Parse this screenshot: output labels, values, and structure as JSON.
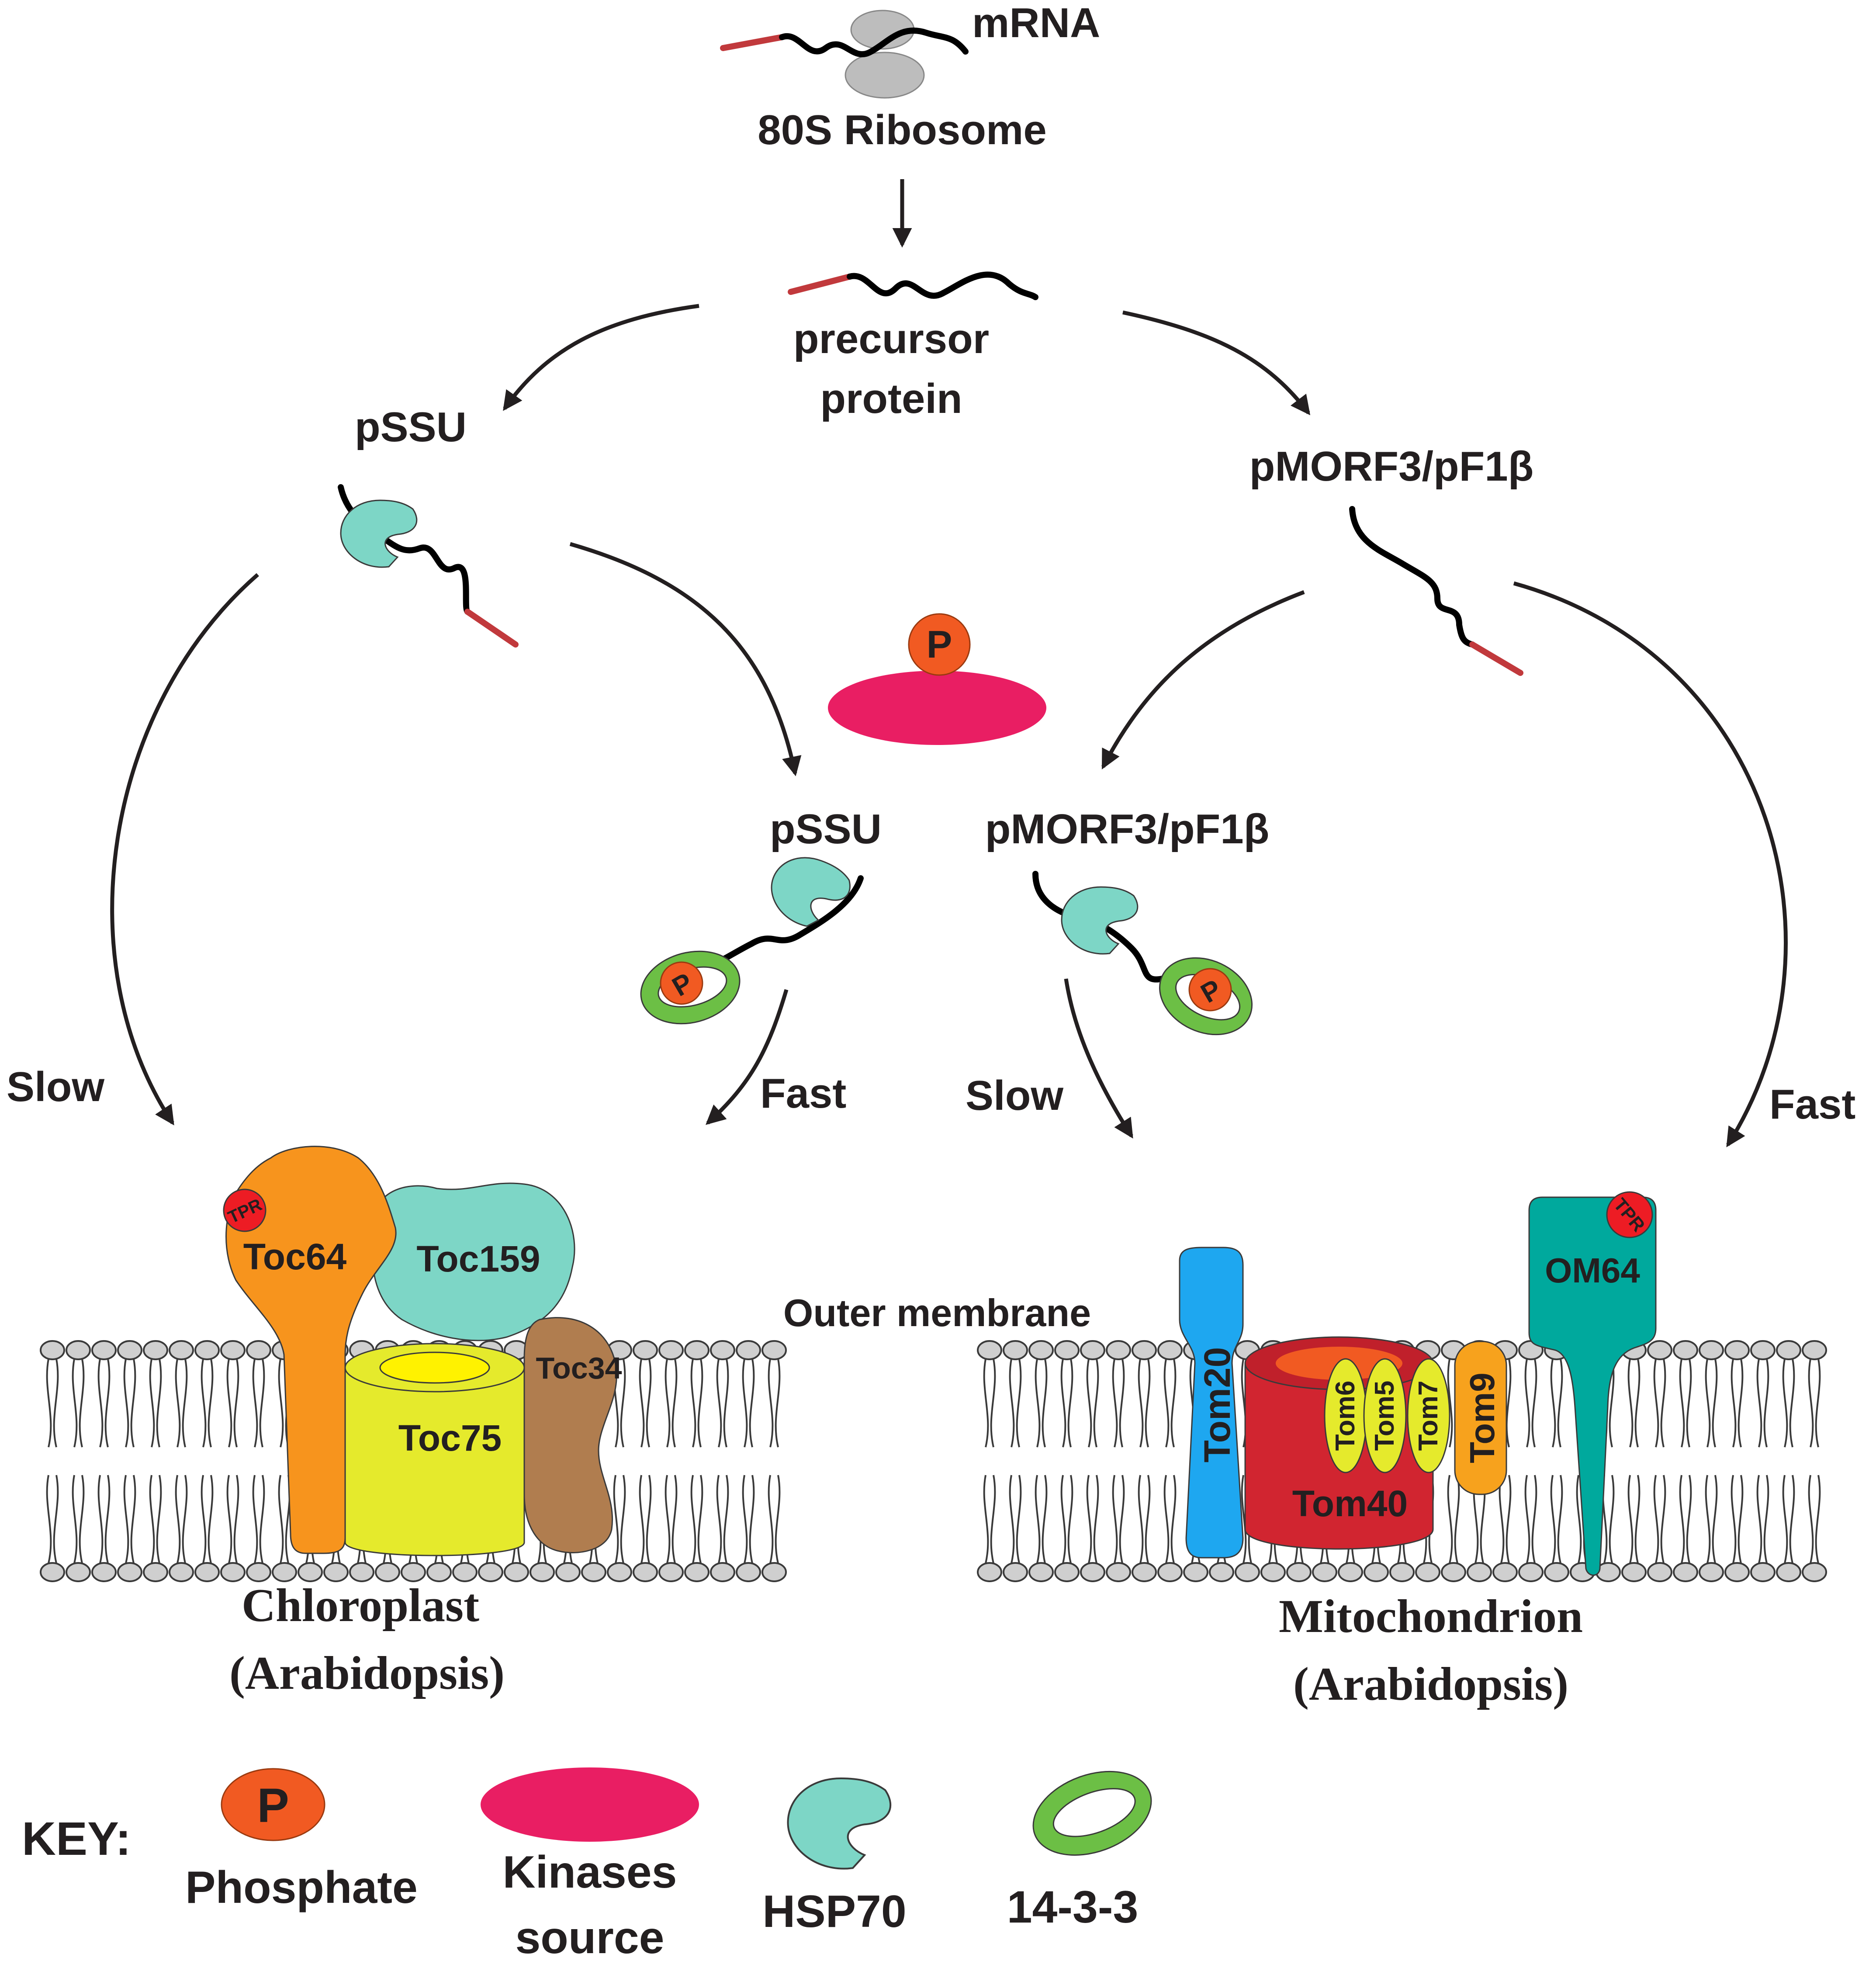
{
  "top": {
    "mrna": "mRNA",
    "ribosome": "80S Ribosome",
    "precursor_line1": "precursor",
    "precursor_line2": "protein"
  },
  "branches": {
    "left_precursor": "pSSU",
    "right_precursor": "pMORF3/pF1β",
    "center_left": "pSSU",
    "center_right": "pMORF3/pF1β"
  },
  "rates": {
    "far_left": "Slow",
    "center_left": "Fast",
    "center_right": "Slow",
    "far_right": "Fast"
  },
  "phosphate_symbol": "P",
  "membrane_label": "Outer membrane",
  "chloroplast": {
    "tpr": "TPR",
    "toc64": "Toc64",
    "toc159": "Toc159",
    "toc75": "Toc75",
    "toc34": "Toc34",
    "title_line1": "Chloroplast",
    "title_line2": "(Arabidopsis)"
  },
  "mitochondrion": {
    "tom20": "Tom20",
    "tom6": "Tom6",
    "tom5": "Tom5",
    "tom7": "Tom7",
    "tom9": "Tom9",
    "tom40": "Tom40",
    "om64": "OM64",
    "tpr": "TPR",
    "title_line1": "Mitochondrion",
    "title_line2": "(Arabidopsis)"
  },
  "key": {
    "title": "KEY:",
    "phosphate": "Phosphate",
    "kinases_line1": "Kinases",
    "kinases_line2": "source",
    "hsp70": "HSP70",
    "fourteen33": "14-3-3"
  },
  "colors": {
    "phosphate": "#f15a22",
    "kinase": "#e91e63",
    "hsp70": "#7dd6c6",
    "fourteen33": "#6cbf45",
    "toc64": "#f7941d",
    "toc159": "#7dd6c6",
    "toc75": "#e5ea2c",
    "toc34": "#b07d4f",
    "tom20": "#1ea7f0",
    "tom40": "#d12530",
    "small_tom": "#e5ea2c",
    "tom9": "#f7a21d",
    "om64": "#00a99d",
    "tpr": "#ed1c24",
    "ribosome": "#bdbdbd",
    "transit_peptide": "#c1393c"
  }
}
